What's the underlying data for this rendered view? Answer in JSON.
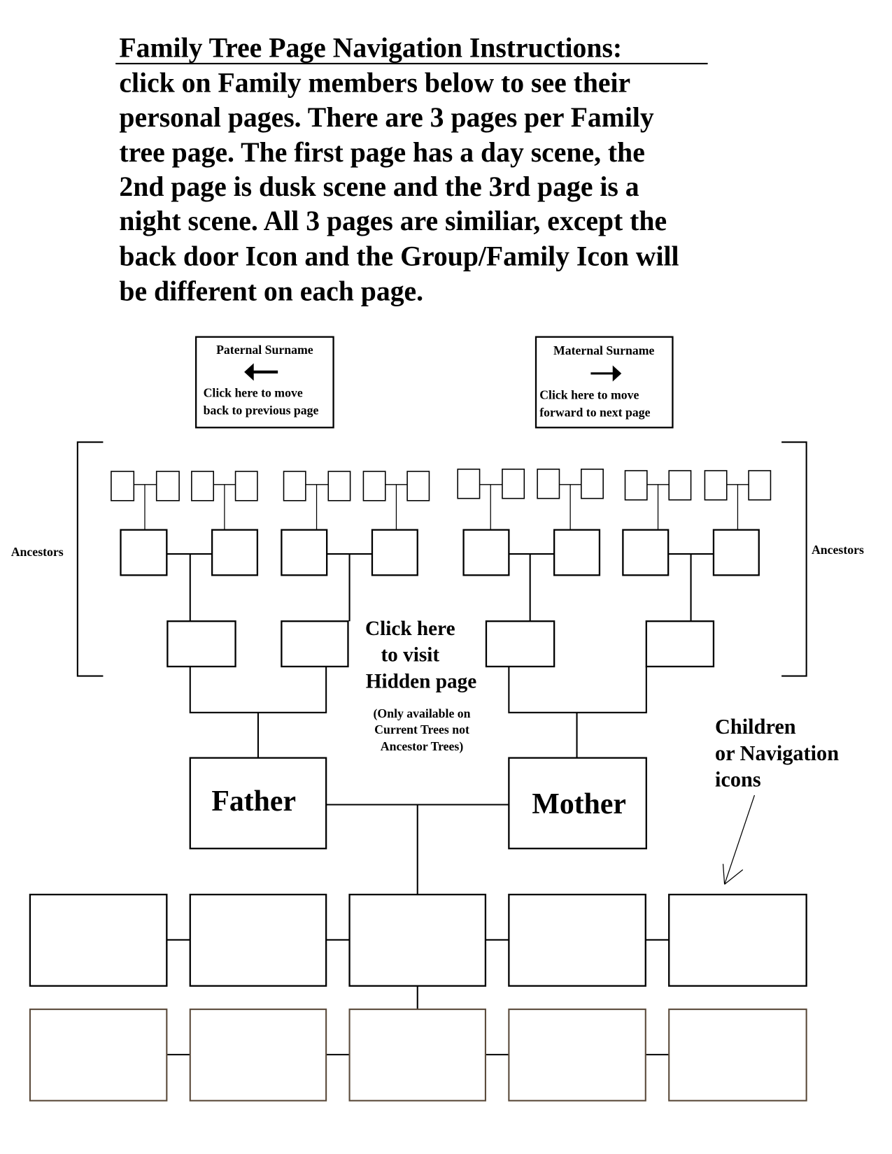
{
  "instructions": {
    "title": "Family Tree Page Navigation Instructions:",
    "lines": [
      "click on Family members below to see their",
      "personal pages.  There are 3 pages per Family",
      "tree page.  The first page has a day scene, the",
      "2nd page is dusk scene and the 3rd page is a",
      "night scene.  All 3 pages are similiar, except the",
      "back door Icon and the Group/Family Icon will",
      "be different on each page."
    ]
  },
  "paternal": {
    "title": "Paternal Surname",
    "arrow_icon": "arrow-left",
    "line1": "Click here to move",
    "line2": "back to previous page"
  },
  "maternal": {
    "title": "Maternal Surname",
    "arrow_icon": "arrow-right",
    "line1": "Click here to move",
    "line2": "forward to next page"
  },
  "ancestors_left": "Ancestors",
  "ancestors_right": "Ancestors",
  "hidden": {
    "lines": [
      "Click here",
      "to visit",
      "Hidden page"
    ],
    "note": [
      "(Only available on",
      "Current Trees not",
      "Ancestor Trees)"
    ]
  },
  "father": "Father",
  "mother": "Mother",
  "children_note": [
    "Children",
    "or Navigation",
    "icons"
  ]
}
